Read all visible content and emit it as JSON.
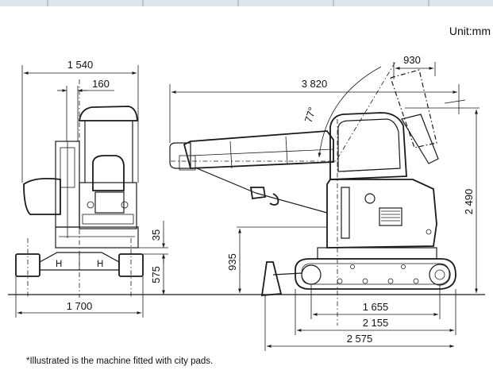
{
  "unit_label": "Unit:mm",
  "footnote": "*Illustrated is the machine fitted with city pads.",
  "colors": {
    "line": "#1a1a1a",
    "header_bar": "#dfe3ea",
    "cab_glass": "#e8e8e8"
  },
  "dimensions": {
    "front_width_total": "1 540",
    "front_width_offset": "160",
    "front_track_width": "1 700",
    "front_height_35": "35",
    "front_height_575": "575",
    "side_reach": "3 820",
    "side_top_offset": "930",
    "side_angle": "77°",
    "side_height_total": "2 490",
    "side_height_935": "935",
    "side_length_1655": "1 655",
    "side_length_2155": "2 155",
    "side_length_2575": "2 575"
  }
}
